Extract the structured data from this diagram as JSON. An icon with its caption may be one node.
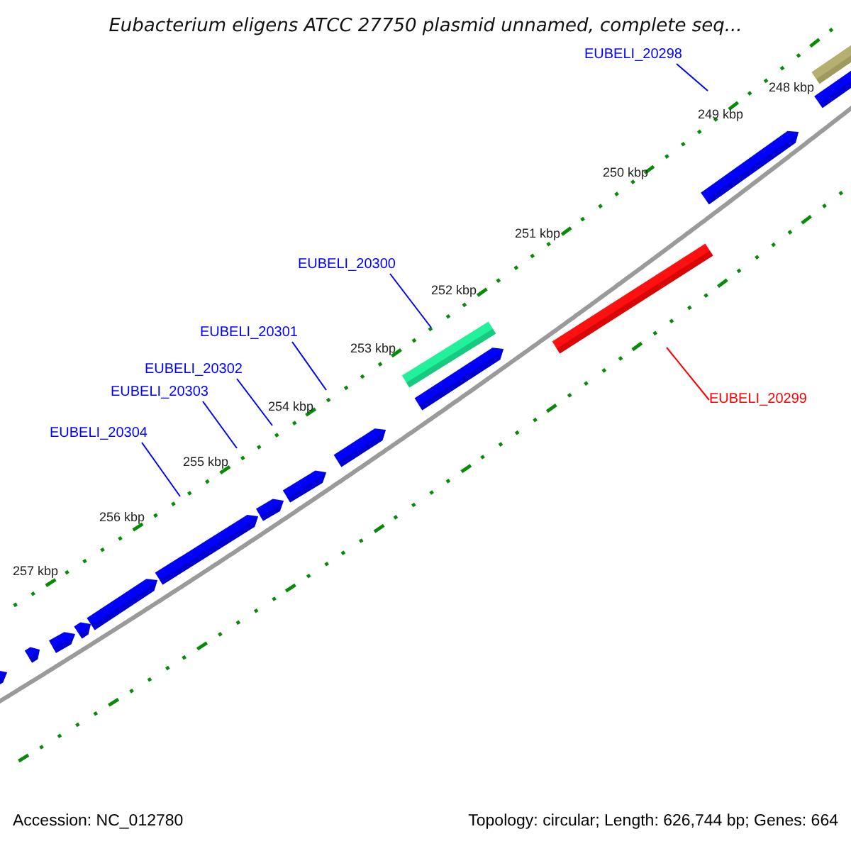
{
  "diagram": {
    "title": "Eubacterium eligens ATCC 27750 plasmid unnamed, complete seq...",
    "nodes": [
      {
        "text": [
          "EUBELI_20298"
        ]
      },
      {
        "text": [
          "EUBELI_20300"
        ]
      },
      {
        "text": [
          "EUBELI_20301"
        ]
      },
      {
        "text": [
          "EUBELI_20302"
        ]
      },
      {
        "text": [
          "EUBELI_20303"
        ]
      },
      {
        "text": [
          "EUBELI_20299"
        ]
      },
      {
        "text": [
          "EUBELI_20304"
        ]
      }
    ],
    "edges": [
      {
        "from": 0,
        "to": null,
        "arrow": "none"
      },
      {
        "from": 1,
        "to": null,
        "arrow": "none"
      },
      {
        "from": 2,
        "to": null,
        "arrow": "none"
      },
      {
        "from": 3,
        "to": null,
        "arrow": "none"
      },
      {
        "from": 4,
        "to": null,
        "arrow": "none"
      },
      {
        "from": 5,
        "to": null,
        "arrow": "none",
        "color": "#ff0000"
      },
      {
        "from": 6,
        "to": null,
        "arrow": "none"
      }
    ],
    "labels": [
      "248 kbp",
      "249 kbp",
      "250 kbp",
      "251 kbp",
      "252 kbp",
      "253 kbp",
      "254 kbp",
      "255 kbp",
      "256 kbp",
      "257 kbp",
      "Accession: NC_012780",
      "Topology: circular; Length: 626,744 bp; Genes: 664"
    ]
  }
}
